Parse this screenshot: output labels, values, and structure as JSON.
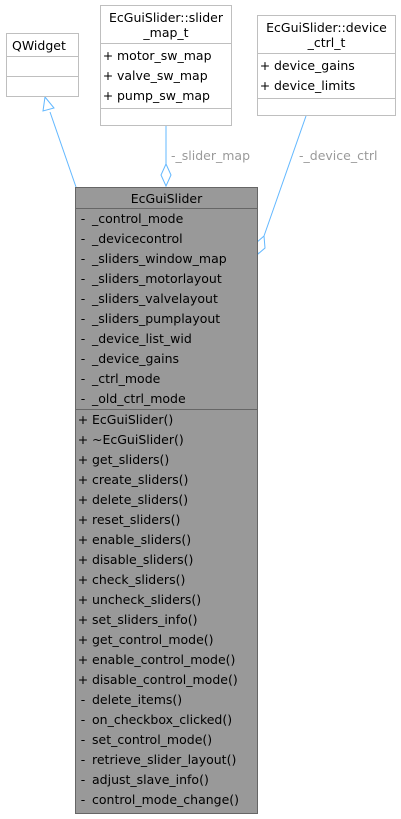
{
  "qwidget": {
    "name": "QWidget"
  },
  "slider_map_t": {
    "name_line1": "EcGuiSlider::slider",
    "name_line2": "_map_t",
    "attributes": [
      {
        "vis": "+",
        "name": "motor_sw_map"
      },
      {
        "vis": "+",
        "name": "valve_sw_map"
      },
      {
        "vis": "+",
        "name": "pump_sw_map"
      }
    ]
  },
  "device_ctrl_t": {
    "name_line1": "EcGuiSlider::device",
    "name_line2": "_ctrl_t",
    "attributes": [
      {
        "vis": "+",
        "name": "device_gains"
      },
      {
        "vis": "+",
        "name": "device_limits"
      }
    ]
  },
  "ecguislider": {
    "name": "EcGuiSlider",
    "attributes": [
      {
        "vis": "-",
        "name": "_control_mode"
      },
      {
        "vis": "-",
        "name": "_devicecontrol"
      },
      {
        "vis": "-",
        "name": "_sliders_window_map"
      },
      {
        "vis": "-",
        "name": "_sliders_motorlayout"
      },
      {
        "vis": "-",
        "name": "_sliders_valvelayout"
      },
      {
        "vis": "-",
        "name": "_sliders_pumplayout"
      },
      {
        "vis": "-",
        "name": "_device_list_wid"
      },
      {
        "vis": "-",
        "name": "_device_gains"
      },
      {
        "vis": "-",
        "name": "_ctrl_mode"
      },
      {
        "vis": "-",
        "name": "_old_ctrl_mode"
      }
    ],
    "methods": [
      {
        "vis": "+",
        "name": "EcGuiSlider()"
      },
      {
        "vis": "+",
        "name": "~EcGuiSlider()"
      },
      {
        "vis": "+",
        "name": "get_sliders()"
      },
      {
        "vis": "+",
        "name": "create_sliders()"
      },
      {
        "vis": "+",
        "name": "delete_sliders()"
      },
      {
        "vis": "+",
        "name": "reset_sliders()"
      },
      {
        "vis": "+",
        "name": "enable_sliders()"
      },
      {
        "vis": "+",
        "name": "disable_sliders()"
      },
      {
        "vis": "+",
        "name": "check_sliders()"
      },
      {
        "vis": "+",
        "name": "uncheck_sliders()"
      },
      {
        "vis": "+",
        "name": "set_sliders_info()"
      },
      {
        "vis": "+",
        "name": "get_control_mode()"
      },
      {
        "vis": "+",
        "name": "enable_control_mode()"
      },
      {
        "vis": "+",
        "name": "disable_control_mode()"
      },
      {
        "vis": "-",
        "name": "delete_items()"
      },
      {
        "vis": "-",
        "name": "on_checkbox_clicked()"
      },
      {
        "vis": "-",
        "name": "set_control_mode()"
      },
      {
        "vis": "-",
        "name": "retrieve_slider_layout()"
      },
      {
        "vis": "-",
        "name": "adjust_slave_info()"
      },
      {
        "vis": "-",
        "name": "control_mode_change()"
      }
    ]
  },
  "edges": {
    "slider_map_label": "-_slider_map",
    "device_ctrl_label": "-_device_ctrl"
  },
  "colors": {
    "edge": "#63b8ff",
    "main_fill": "#999999",
    "border": "#bfbfbf"
  }
}
